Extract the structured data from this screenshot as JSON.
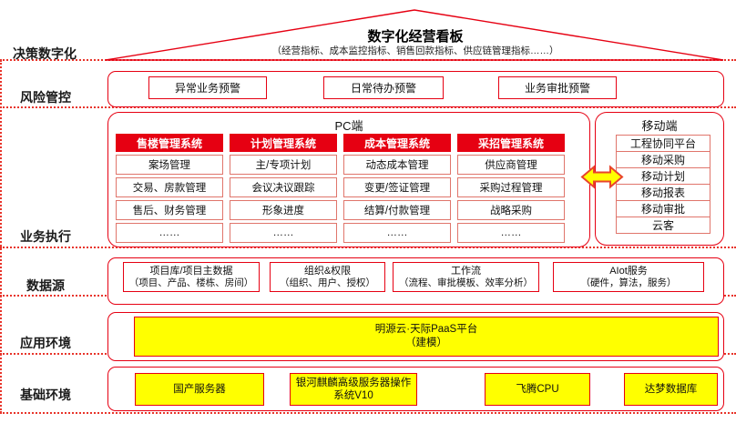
{
  "colors": {
    "accent_red": "#e60012",
    "light_red_border": "#e0756b",
    "dotted_line_red": "#e8342a",
    "highlight_yellow": "#ffff00",
    "arrow_border": "#e8432c"
  },
  "roof": {
    "title": "数字化经营看板",
    "subtitle": "（经营指标、成本监控指标、销售回款指标、供应链管理指标……）"
  },
  "row_labels": [
    "决策数字化",
    "风险管控",
    "业务执行",
    "数据源",
    "应用环境",
    "基础环境"
  ],
  "risk": {
    "items": [
      "异常业务预警",
      "日常待办预警",
      "业务审批预警"
    ]
  },
  "pc": {
    "title": "PC端",
    "systems": [
      {
        "name": "售楼管理系统",
        "items": [
          "案场管理",
          "交易、房款管理",
          "售后、财务管理",
          "……"
        ]
      },
      {
        "name": "计划管理系统",
        "items": [
          "主/专项计划",
          "会议决议跟踪",
          "形象进度",
          "……"
        ]
      },
      {
        "name": "成本管理系统",
        "items": [
          "动态成本管理",
          "变更/签证管理",
          "结算/付款管理",
          "……"
        ]
      },
      {
        "name": "采招管理系统",
        "items": [
          "供应商管理",
          "采购过程管理",
          "战略采购",
          "……"
        ]
      }
    ]
  },
  "mobile": {
    "title": "移动端",
    "items": [
      "工程协同平台",
      "移动采购",
      "移动计划",
      "移动报表",
      "移动审批",
      "云客"
    ]
  },
  "datasource": {
    "items": [
      {
        "line1": "项目库/项目主数据",
        "line2": "（项目、产品、楼栋、房间）"
      },
      {
        "line1": "组织&权限",
        "line2": "（组织、用户、授权）"
      },
      {
        "line1": "工作流",
        "line2": "（流程、审批模板、效率分析）"
      },
      {
        "line1": "AIot服务",
        "line2": "（硬件，算法，服务）"
      }
    ]
  },
  "app_env": {
    "platform_line1": "明源云·天际PaaS平台",
    "platform_line2": "（建模）"
  },
  "base_env": {
    "items": [
      "国产服务器",
      "银河麒麟高级服务器操作系统V10",
      "飞腾CPU",
      "达梦数据库"
    ]
  }
}
